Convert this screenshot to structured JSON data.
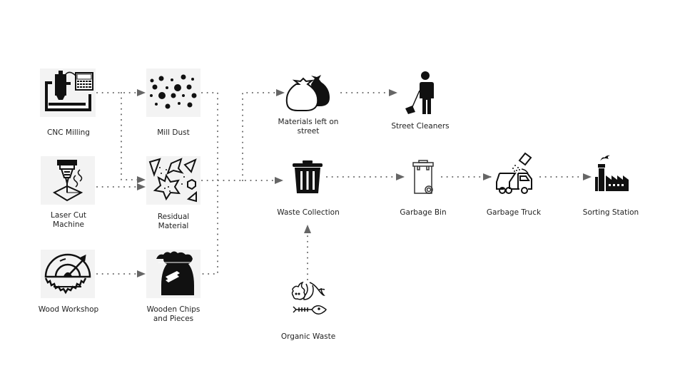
{
  "diagram": {
    "title": "",
    "nodes": [
      {
        "id": "cnc",
        "label": "CNC Milling",
        "icon": "cnc-milling-icon"
      },
      {
        "id": "mill_dust",
        "label": "Mill Dust",
        "icon": "mill-dust-icon"
      },
      {
        "id": "laser",
        "label": "Laser Cut Machine",
        "icon": "laser-cutter-icon"
      },
      {
        "id": "residual",
        "label": "Residual Material",
        "icon": "residual-material-icon"
      },
      {
        "id": "wood",
        "label": "Wood Workshop",
        "icon": "circular-saw-icon"
      },
      {
        "id": "chips",
        "label": "Wooden Chips and Pieces",
        "icon": "wood-chips-sack-icon"
      },
      {
        "id": "street_materials",
        "label": "Materials left on street",
        "icon": "garbage-bags-icon"
      },
      {
        "id": "cleaners",
        "label": "Street Cleaners",
        "icon": "street-cleaner-icon"
      },
      {
        "id": "collection",
        "label": "Waste Collection",
        "icon": "trash-can-icon"
      },
      {
        "id": "bin",
        "label": "Garbage Bin",
        "icon": "wheelie-bin-icon"
      },
      {
        "id": "truck",
        "label": "Garbage Truck",
        "icon": "garbage-truck-icon"
      },
      {
        "id": "sorting",
        "label": "Sorting Station",
        "icon": "factory-icon"
      },
      {
        "id": "organic",
        "label": "Organic Waste",
        "icon": "organic-waste-icon"
      }
    ],
    "edges": [
      {
        "from": "cnc",
        "to": "mill_dust"
      },
      {
        "from": "cnc",
        "to": "residual"
      },
      {
        "from": "laser",
        "to": "residual"
      },
      {
        "from": "wood",
        "to": "chips"
      },
      {
        "from": "mill_dust",
        "to": "collection"
      },
      {
        "from": "residual",
        "to": "collection"
      },
      {
        "from": "residual",
        "to": "street_materials"
      },
      {
        "from": "chips",
        "to": "collection"
      },
      {
        "from": "street_materials",
        "to": "cleaners"
      },
      {
        "from": "collection",
        "to": "bin"
      },
      {
        "from": "bin",
        "to": "truck"
      },
      {
        "from": "truck",
        "to": "sorting"
      },
      {
        "from": "organic",
        "to": "collection"
      }
    ],
    "labels": {
      "cnc_line1": "CNC Milling",
      "mill_dust_line1": "Mill Dust",
      "laser_line1": "Laser Cut",
      "laser_line2": "Machine",
      "residual_line1": "Residual",
      "residual_line2": "Material",
      "wood_line1": "Wood Workshop",
      "chips_line1": "Wooden Chips",
      "chips_line2": "and Pieces",
      "street_line1": "Materials left on",
      "street_line2": "street",
      "cleaners_line1": "Street Cleaners",
      "collection_line1": "Waste Collection",
      "bin_line1": "Garbage Bin",
      "truck_line1": "Garbage Truck",
      "sorting_line1": "Sorting Station",
      "organic_line1": "Organic Waste"
    },
    "colors": {
      "connector": "#666666",
      "icon": "#111111",
      "icon_bg": "#f3f3f3",
      "text": "#222222"
    }
  }
}
